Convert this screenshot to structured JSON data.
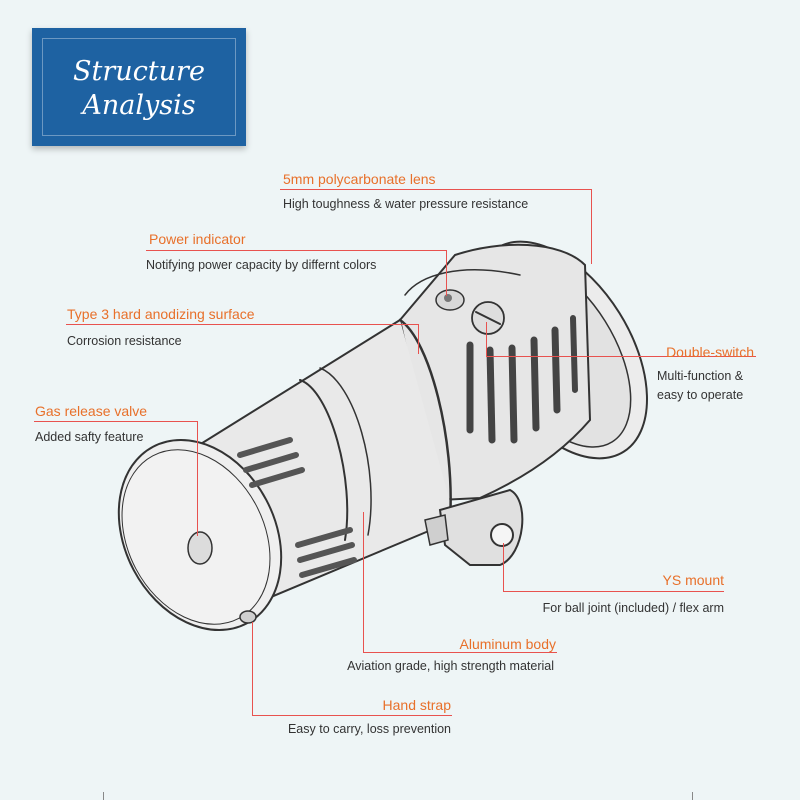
{
  "title": {
    "line1": "Structure",
    "line2": "Analysis"
  },
  "callouts": [
    {
      "id": "lens",
      "label": "5mm polycarbonate lens",
      "desc": "High toughness & water pressure resistance"
    },
    {
      "id": "power",
      "label": "Power indicator",
      "desc": "Notifying power capacity by differnt colors"
    },
    {
      "id": "anodizing",
      "label": "Type 3 hard anodizing surface",
      "desc": "Corrosion resistance"
    },
    {
      "id": "valve",
      "label": "Gas release valve",
      "desc": "Added safty feature"
    },
    {
      "id": "switch",
      "label": "Double-switch",
      "desc": [
        "Multi-function &",
        "easy to operate"
      ]
    },
    {
      "id": "mount",
      "label": "YS mount",
      "desc": "For ball joint (included) / flex arm"
    },
    {
      "id": "body",
      "label": "Aluminum body",
      "desc": "Aviation grade, high strength material"
    },
    {
      "id": "strap",
      "label": "Hand strap",
      "desc": "Easy to carry, loss prevention"
    }
  ],
  "colors": {
    "title_bg": "#1e62a2",
    "label": "#e8702a",
    "leader_line": "#e8524f",
    "background": "#eef5f6"
  }
}
